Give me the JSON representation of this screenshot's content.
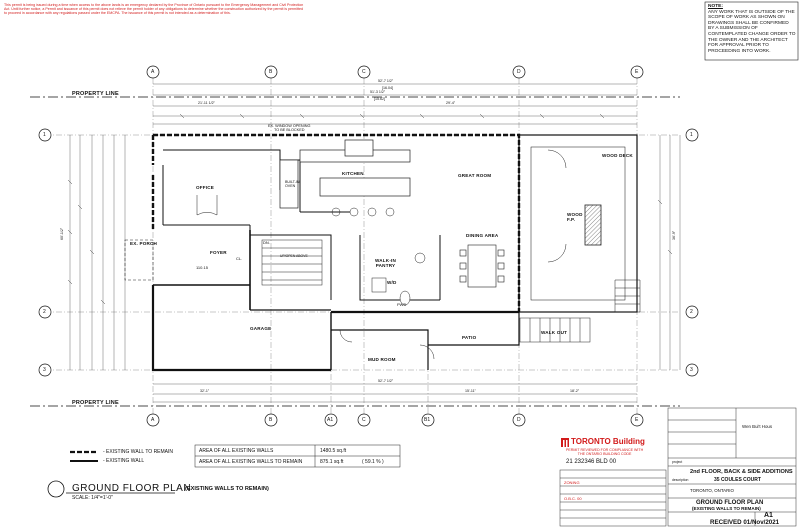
{
  "header": {
    "red_notice": "This permit is being issued during a time when access to the above lands is an emergency declared by the Province of Ontario pursuant to the Emergency Management and Civil Protection Act. Until further notice, a Permit and issuance of this permit does not relieve the permit holder of any obligations to determine whether the construction authorized by the permit is permitted to proceed in accordance with any regulations passed under the EMCPA. The issuance of this permit is not intended as a determination of this."
  },
  "note_box": {
    "heading": "NOTE:",
    "text": "ANY WORK THAT IS OUTSIDE OF THE SCOPE OF WORK AS SHOWN ON DRAWINGS SHALL BE CONFIRMED BY A SUBMISSION OF CONTEMPLATED CHANGE ORDER TO THE OWNER AND THE ARCHITECT FOR APPROVAL PRIOR TO PROCEEDING INTO WORK."
  },
  "labels": {
    "property_line_top": "PROPERTY  LINE",
    "property_line_bottom": "PROPERTY  LINE",
    "window_note": "EX. WINDOW OPENING\nTO BE BLOCKED",
    "kitchen": "KITCHEN",
    "great_room": "GREAT ROOM",
    "office": "OFFICE",
    "built_in_oven": "BUILT-IN\nOVEN",
    "dining_area": "DINING AREA",
    "foyer": "FOYER",
    "ex_porch": "EX. PORCH",
    "walk_in_pantry": "WALK-IN\nPANTRY",
    "garage": "GARAGE",
    "mud_room": "MUD ROOM",
    "patio": "PATIO",
    "walk_out": "WALK OUT",
    "wood_deck": "WOOD DECK",
    "wood_fp": "WOOD\nF.P.",
    "wd": "W/D",
    "up_open_above": "UP/OPEN ABOVE",
    "cl": "CL.",
    "dn": "DN.",
    "pwd": "PWD",
    "elevation_tag": "110.15"
  },
  "grid": {
    "top": [
      "A",
      "B",
      "C",
      "D",
      "E"
    ],
    "bottom": [
      "A",
      "B",
      "A1",
      "B1",
      "C",
      "D",
      "E"
    ],
    "left": [
      "1",
      "2",
      "3"
    ],
    "right": [
      "1",
      "2",
      "3"
    ]
  },
  "dims": {
    "overall_top": "52'-7 1/2\"",
    "overall_top_m": "[16.04]",
    "top_2": "51'-3 1/2\"",
    "top_2_m": "[15.62]",
    "top_left": "21'-11 1/2\"",
    "top_right": "29'-4\"",
    "overall_bottom": "52'-7 1/2\"",
    "bottom_left": "32'-1\"",
    "bottom_mid": "15'-11\"",
    "bottom_right": "18'-2\"",
    "left_overall": "60'-1/2\"",
    "right_overall": "36'-9\""
  },
  "legend": {
    "existing_to_remain": "- EXISTING WALL TO REMAIN",
    "existing_wall": "- EXISTING WALL"
  },
  "areas": {
    "row1_label": "AREA  OF  ALL  EXISTING  WALLS",
    "row1_value": "1480.5  sq.ft",
    "row2_label": "AREA  OF  ALL  EXISTING  WALLS  TO  REMAIN",
    "row2_value": "875.1  sq.ft",
    "row2_pct": "(  59.1  %  )"
  },
  "plan_title": {
    "title": "GROUND FLOOR PLAN",
    "subtitle": "(EXISTING WALLS TO REMAIN)",
    "scale": "SCALE: 1/4\"=1'-0\""
  },
  "stamp": {
    "brand": "TORONTO Building",
    "permit_line": "PERMIT REVIEWED FOR COMPLIANCE WITH\nTHE ONTARIO BUILDING CODE",
    "permit_no": "21 232346 BLD 00",
    "zoning": "ZONING",
    "zoning_code": "O.B.C. 00"
  },
  "title_block": {
    "firm": "Wen Bui't Hous",
    "project_title": "2nd FLOOR, BACK & SIDE ADDITIONS",
    "address": "35 COULES COURT",
    "city": "TORONTO, ONTARIO",
    "drawing_title": "GROUND FLOOR PLAN",
    "drawing_subtitle": "(EXISTING WALLS TO REMAIN)",
    "sheet_no": "A1",
    "received": "RECEIVED 01/Nov/2021",
    "project": "project",
    "description": "description"
  }
}
